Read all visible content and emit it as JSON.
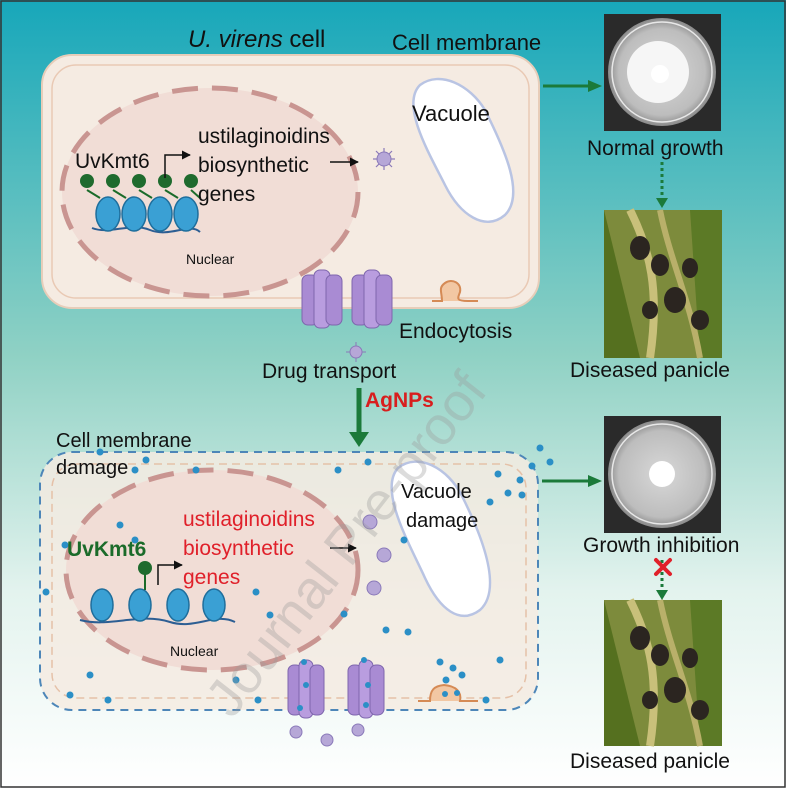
{
  "top": {
    "title_italic": "U. virens",
    "title_rest": " cell",
    "cell_membrane": "Cell membrane",
    "vacuole": "Vacuole",
    "gene_name": "UvKmt6",
    "genes_line1": "ustilaginoidins",
    "genes_line2": "biosynthetic",
    "genes_line3": "genes",
    "nuclear": "Nuclear",
    "endocytosis": "Endocytosis",
    "drug_transport": "Drug transport",
    "normal_growth": "Normal growth",
    "diseased_panicle": "Diseased panicle"
  },
  "treatment": {
    "agnps": "AgNPs"
  },
  "bottom": {
    "membrane_damage_line1": "Cell membrane",
    "membrane_damage_line2": "damage",
    "vacuole_line1": "Vacuole",
    "vacuole_line2": "damage",
    "gene_name": "UvKmt6",
    "genes_line1": "ustilaginoidins",
    "genes_line2": "biosynthetic",
    "genes_line3": "genes",
    "nuclear": "Nuclear",
    "growth_inhibition": "Growth inhibition",
    "diseased_panicle": "Diseased panicle"
  },
  "watermark": "Journal Pre-proof",
  "colors": {
    "bg_top": "#1aa5b8",
    "bg_bottom": "#ffffff",
    "cell_fill": "#f6ebe3",
    "nucleus_dash": "#c9908a",
    "green_arrow": "#1b7a3a",
    "agnps_red": "#d81e1e",
    "gene_red": "#e0202a",
    "gene_green": "#1b6b2a",
    "nanoparticle": "#2b8fc6",
    "transporter": "#a98bd3",
    "nucleosome": "#3aa0d4"
  }
}
